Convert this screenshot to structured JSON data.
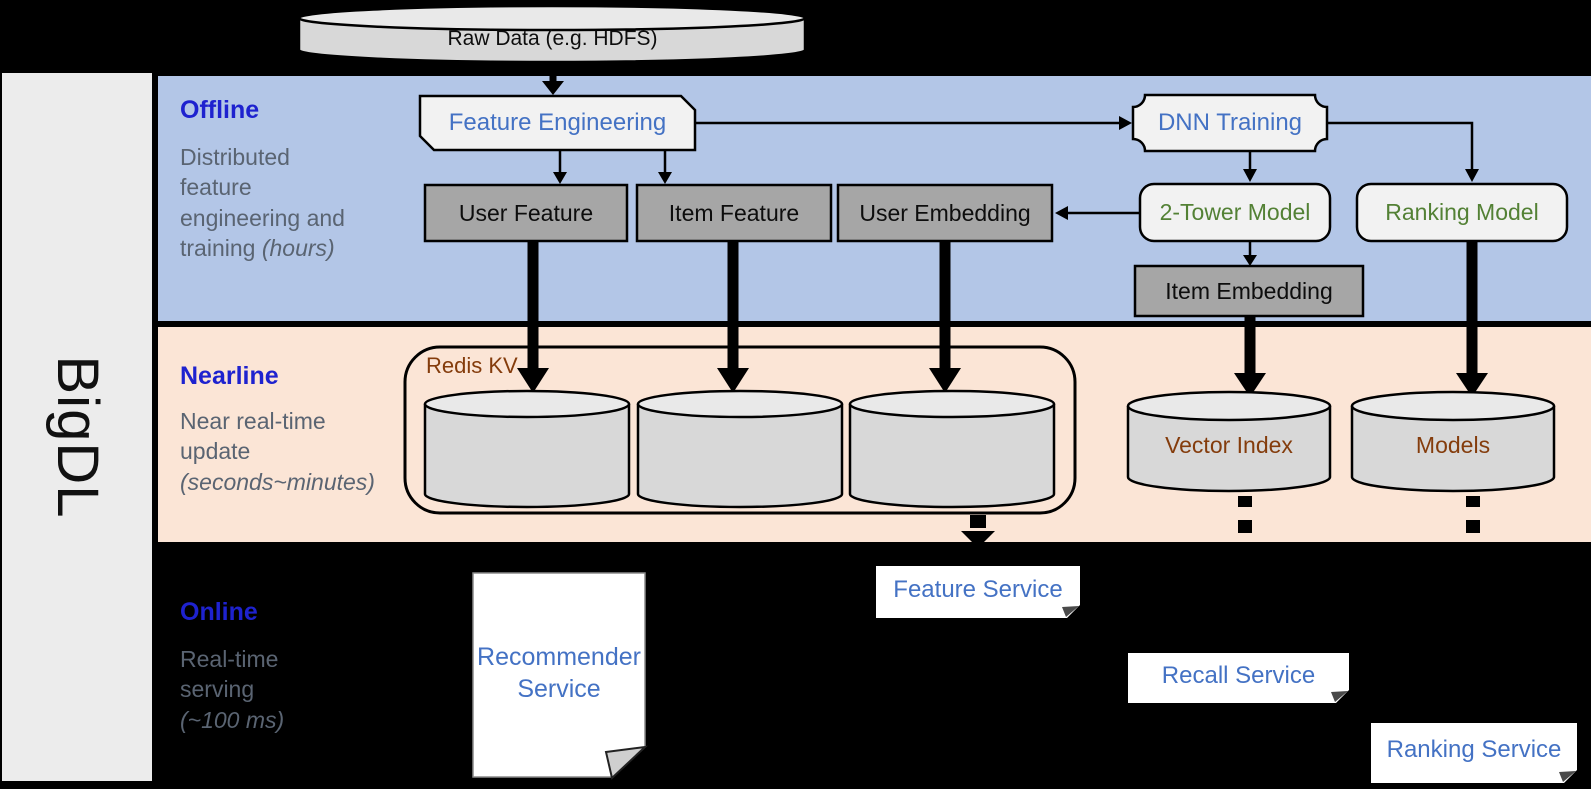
{
  "sidebar": {
    "brand": "BigDL"
  },
  "raw_data": {
    "label": "Raw Data (e.g. HDFS)"
  },
  "offline": {
    "title": "Offline",
    "description": "Distributed\nfeature\nengineering and\ntraining ",
    "description_italic": "(hours)",
    "nodes": {
      "feature_engineering": "Feature Engineering",
      "dnn_training": "DNN Training",
      "user_feature": "User Feature",
      "item_feature": "Item Feature",
      "user_embedding": "User Embedding",
      "two_tower_model": "2-Tower Model",
      "ranking_model": "Ranking Model",
      "item_embedding": "Item Embedding"
    }
  },
  "nearline": {
    "title": "Nearline",
    "description": "Near real-time\nupdate\n",
    "description_italic": "(seconds~minutes)",
    "nodes": {
      "redis_kv": "Redis KV",
      "vector_index": "Vector Index",
      "models": "Models"
    }
  },
  "online": {
    "title": "Online",
    "description": "Real-time\nserving\n",
    "description_italic": "(~100 ms)",
    "nodes": {
      "recommender_service": "Recommender Service",
      "feature_service": "Feature Service",
      "recall_service": "Recall Service",
      "ranking_service": "Ranking Service"
    }
  },
  "colors": {
    "background": "#000000",
    "band_offline": "#b3c6e7",
    "band_nearline": "#fbe5d6",
    "sidebar": "#ececec",
    "box_dark_gray": "#a6a6a6",
    "box_light": "#f2f2f2",
    "cylinder": "#d8d8d8",
    "section_title_blue": "#1e22cf",
    "section_desc_gray": "#5a6472",
    "node_text_blue": "#4472c4",
    "node_text_green": "#538135",
    "node_text_brown": "#843c0c"
  }
}
